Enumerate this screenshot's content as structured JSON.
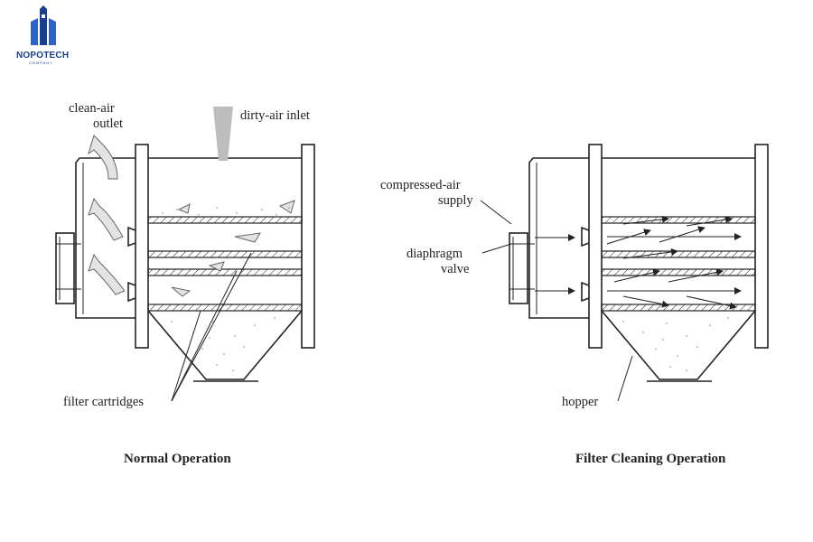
{
  "logo": {
    "name": "NOPOTECH",
    "sub": "COMPANY"
  },
  "colors": {
    "ink": "#222222",
    "logo": "#1a3f8f",
    "air": "#e3e3e3",
    "dust": "#888888"
  },
  "labels": {
    "clean_air_1": "clean-air",
    "clean_air_2": "outlet",
    "dirty_air": "dirty-air inlet",
    "filter_cartridges": "filter cartridges",
    "compressed_1": "compressed-air",
    "compressed_2": "supply",
    "diaphragm_1": "diaphragm",
    "diaphragm_2": "valve",
    "hopper": "hopper"
  },
  "captions": {
    "normal": "Normal Operation",
    "cleaning": "Filter Cleaning Operation"
  }
}
